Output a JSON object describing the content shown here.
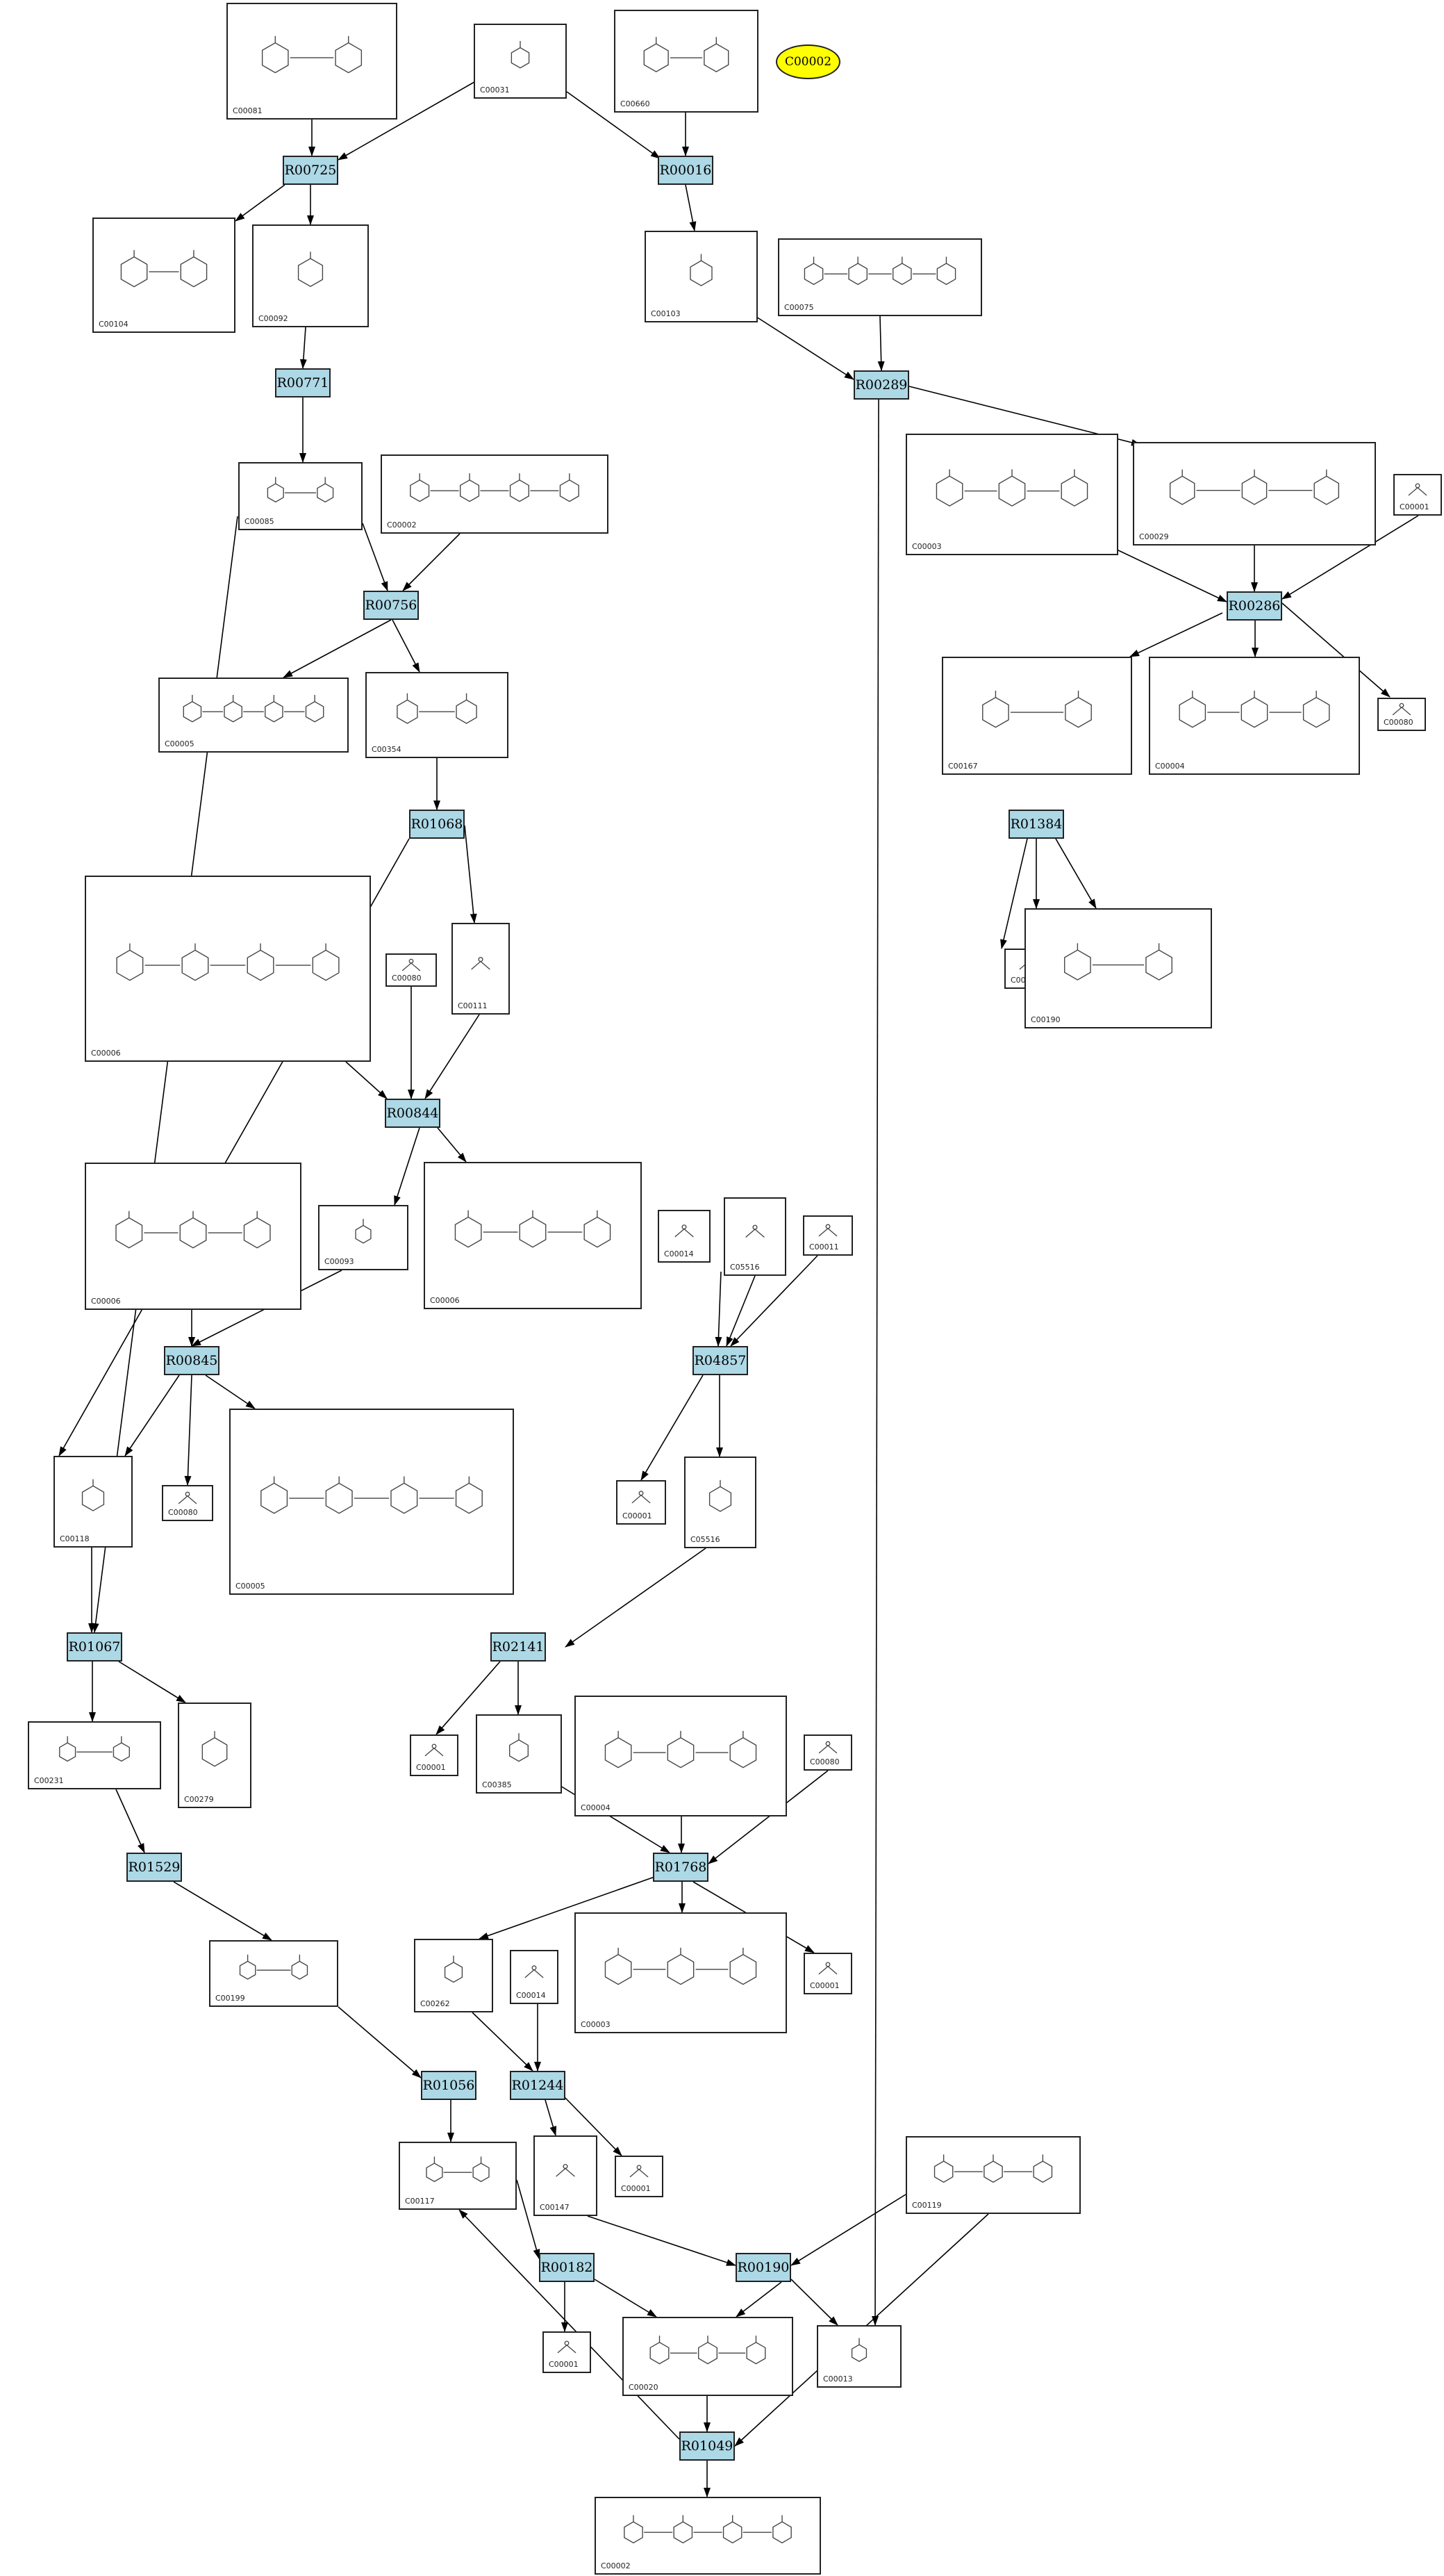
{
  "diagram": {
    "highlight": {
      "label": "C00002",
      "color": "#ffff00"
    },
    "reaction_color": "#add8e6",
    "reactions": [
      {
        "id": "r1",
        "label": "R00725"
      },
      {
        "id": "r2",
        "label": "R00016"
      },
      {
        "id": "r3",
        "label": "R00771"
      },
      {
        "id": "r4",
        "label": "R00289"
      },
      {
        "id": "r5",
        "label": "R00756"
      },
      {
        "id": "r6",
        "label": "R00286"
      },
      {
        "id": "r7",
        "label": "R01068"
      },
      {
        "id": "r8",
        "label": "R01384"
      },
      {
        "id": "r9",
        "label": "R00844"
      },
      {
        "id": "r10",
        "label": "R00845"
      },
      {
        "id": "r11",
        "label": "R04857"
      },
      {
        "id": "r12",
        "label": "R01067"
      },
      {
        "id": "r13",
        "label": "R02141"
      },
      {
        "id": "r14",
        "label": "R01529"
      },
      {
        "id": "r15",
        "label": "R01768"
      },
      {
        "id": "r16",
        "label": "R01056"
      },
      {
        "id": "r17",
        "label": "R01244"
      },
      {
        "id": "r18",
        "label": "R00182"
      },
      {
        "id": "r19",
        "label": "R00190"
      },
      {
        "id": "r20",
        "label": "R01049"
      }
    ],
    "compounds": [
      {
        "id": "c1",
        "label": "C00081"
      },
      {
        "id": "c2",
        "label": "C00031"
      },
      {
        "id": "c3",
        "label": "C00660"
      },
      {
        "id": "c4",
        "label": "C00104"
      },
      {
        "id": "c5",
        "label": "C00092"
      },
      {
        "id": "c6",
        "label": "C00103"
      },
      {
        "id": "c7",
        "label": "C00075"
      },
      {
        "id": "c8",
        "label": "C00085"
      },
      {
        "id": "c9",
        "label": "C00002"
      },
      {
        "id": "c10",
        "label": "C00003"
      },
      {
        "id": "c11",
        "label": "C00029"
      },
      {
        "id": "c12",
        "label": "C00001"
      },
      {
        "id": "c13",
        "label": "C00005"
      },
      {
        "id": "c14",
        "label": "C00354"
      },
      {
        "id": "c15",
        "label": "C00167"
      },
      {
        "id": "c16",
        "label": "C00004"
      },
      {
        "id": "c17",
        "label": "C00080"
      },
      {
        "id": "c18",
        "label": "C00006"
      },
      {
        "id": "c19",
        "label": "C00080"
      },
      {
        "id": "c20",
        "label": "C00111"
      },
      {
        "id": "c21",
        "label": "C00011"
      },
      {
        "id": "c22",
        "label": "C00190"
      },
      {
        "id": "c23",
        "label": "C00006"
      },
      {
        "id": "c24",
        "label": "C00093"
      },
      {
        "id": "c25",
        "label": "C00006"
      },
      {
        "id": "c26",
        "label": "C00014"
      },
      {
        "id": "c27",
        "label": "C05516"
      },
      {
        "id": "c28",
        "label": "C00011"
      },
      {
        "id": "c29",
        "label": "C00118"
      },
      {
        "id": "c30",
        "label": "C00080"
      },
      {
        "id": "c31",
        "label": "C00005"
      },
      {
        "id": "c32",
        "label": "C00001"
      },
      {
        "id": "c33",
        "label": "C05516"
      },
      {
        "id": "c34",
        "label": "C00231"
      },
      {
        "id": "c35",
        "label": "C00279"
      },
      {
        "id": "c36",
        "label": "C00001"
      },
      {
        "id": "c37",
        "label": "C00385"
      },
      {
        "id": "c38",
        "label": "C00004"
      },
      {
        "id": "c39",
        "label": "C00080"
      },
      {
        "id": "c40",
        "label": "C00199"
      },
      {
        "id": "c41",
        "label": "C00262"
      },
      {
        "id": "c42",
        "label": "C00014"
      },
      {
        "id": "c43",
        "label": "C00003"
      },
      {
        "id": "c44",
        "label": "C00001"
      },
      {
        "id": "c45",
        "label": "C00117"
      },
      {
        "id": "c46",
        "label": "C00147"
      },
      {
        "id": "c47",
        "label": "C00001"
      },
      {
        "id": "c48",
        "label": "C00119"
      },
      {
        "id": "c49",
        "label": "C00001"
      },
      {
        "id": "c50",
        "label": "C00020"
      },
      {
        "id": "c51",
        "label": "C00013"
      },
      {
        "id": "c52",
        "label": "C00002"
      }
    ]
  }
}
